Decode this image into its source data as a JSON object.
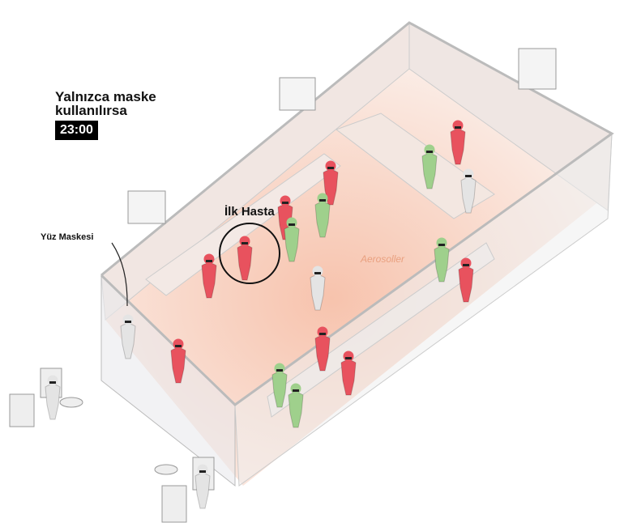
{
  "header": {
    "title_line1": "Yalnızca maske",
    "title_line2": "kullanılırsa",
    "time": "23:00"
  },
  "labels": {
    "first_patient": "İlk Hasta",
    "face_mask": "Yüz Maskesi",
    "aerosols": "Aerosoller"
  },
  "colors": {
    "infected": "#e8525e",
    "healthy": "#9fd08c",
    "neutral": "#e4e4e4",
    "aerosol": "#f6c9b4"
  }
}
